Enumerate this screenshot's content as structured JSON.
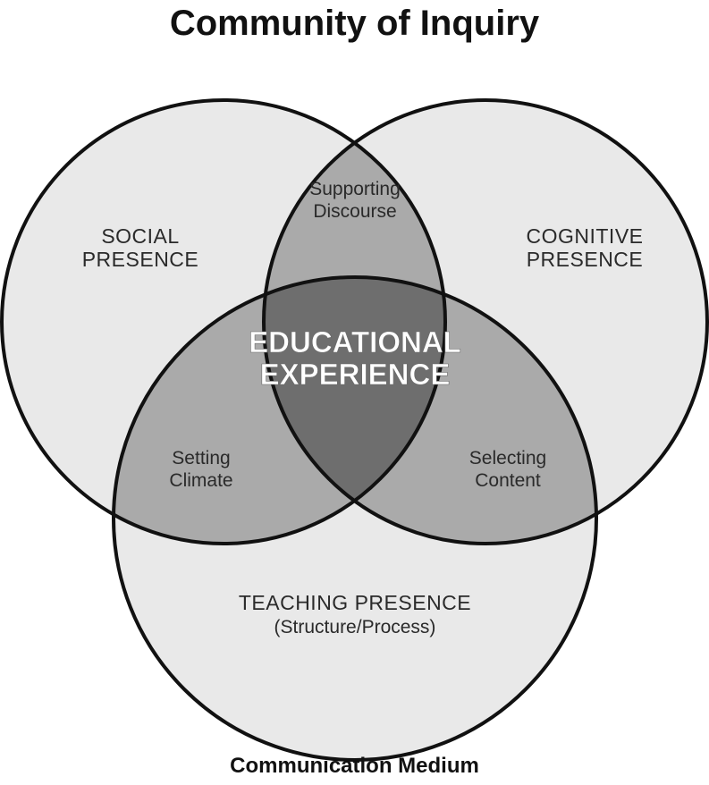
{
  "diagram": {
    "title": "Community of Inquiry",
    "footer": "Communication Medium",
    "circles": {
      "social": {
        "line1": "SOCIAL",
        "line2": "PRESENCE"
      },
      "cognitive": {
        "line1": "COGNITIVE",
        "line2": "PRESENCE"
      },
      "teaching": {
        "line1": "TEACHING PRESENCE",
        "line2": "(Structure/Process)"
      }
    },
    "overlaps": {
      "social_cognitive": {
        "line1": "Supporting",
        "line2": "Discourse"
      },
      "social_teaching": {
        "line1": "Setting",
        "line2": "Climate"
      },
      "cognitive_teaching": {
        "line1": "Selecting",
        "line2": "Content"
      },
      "center": {
        "line1": "EDUCATIONAL",
        "line2": "EXPERIENCE"
      }
    },
    "colors": {
      "single": "#e9e9e9",
      "pair": "#aaaaaa",
      "triple": "#6e6e6e",
      "stroke": "#111111"
    }
  }
}
